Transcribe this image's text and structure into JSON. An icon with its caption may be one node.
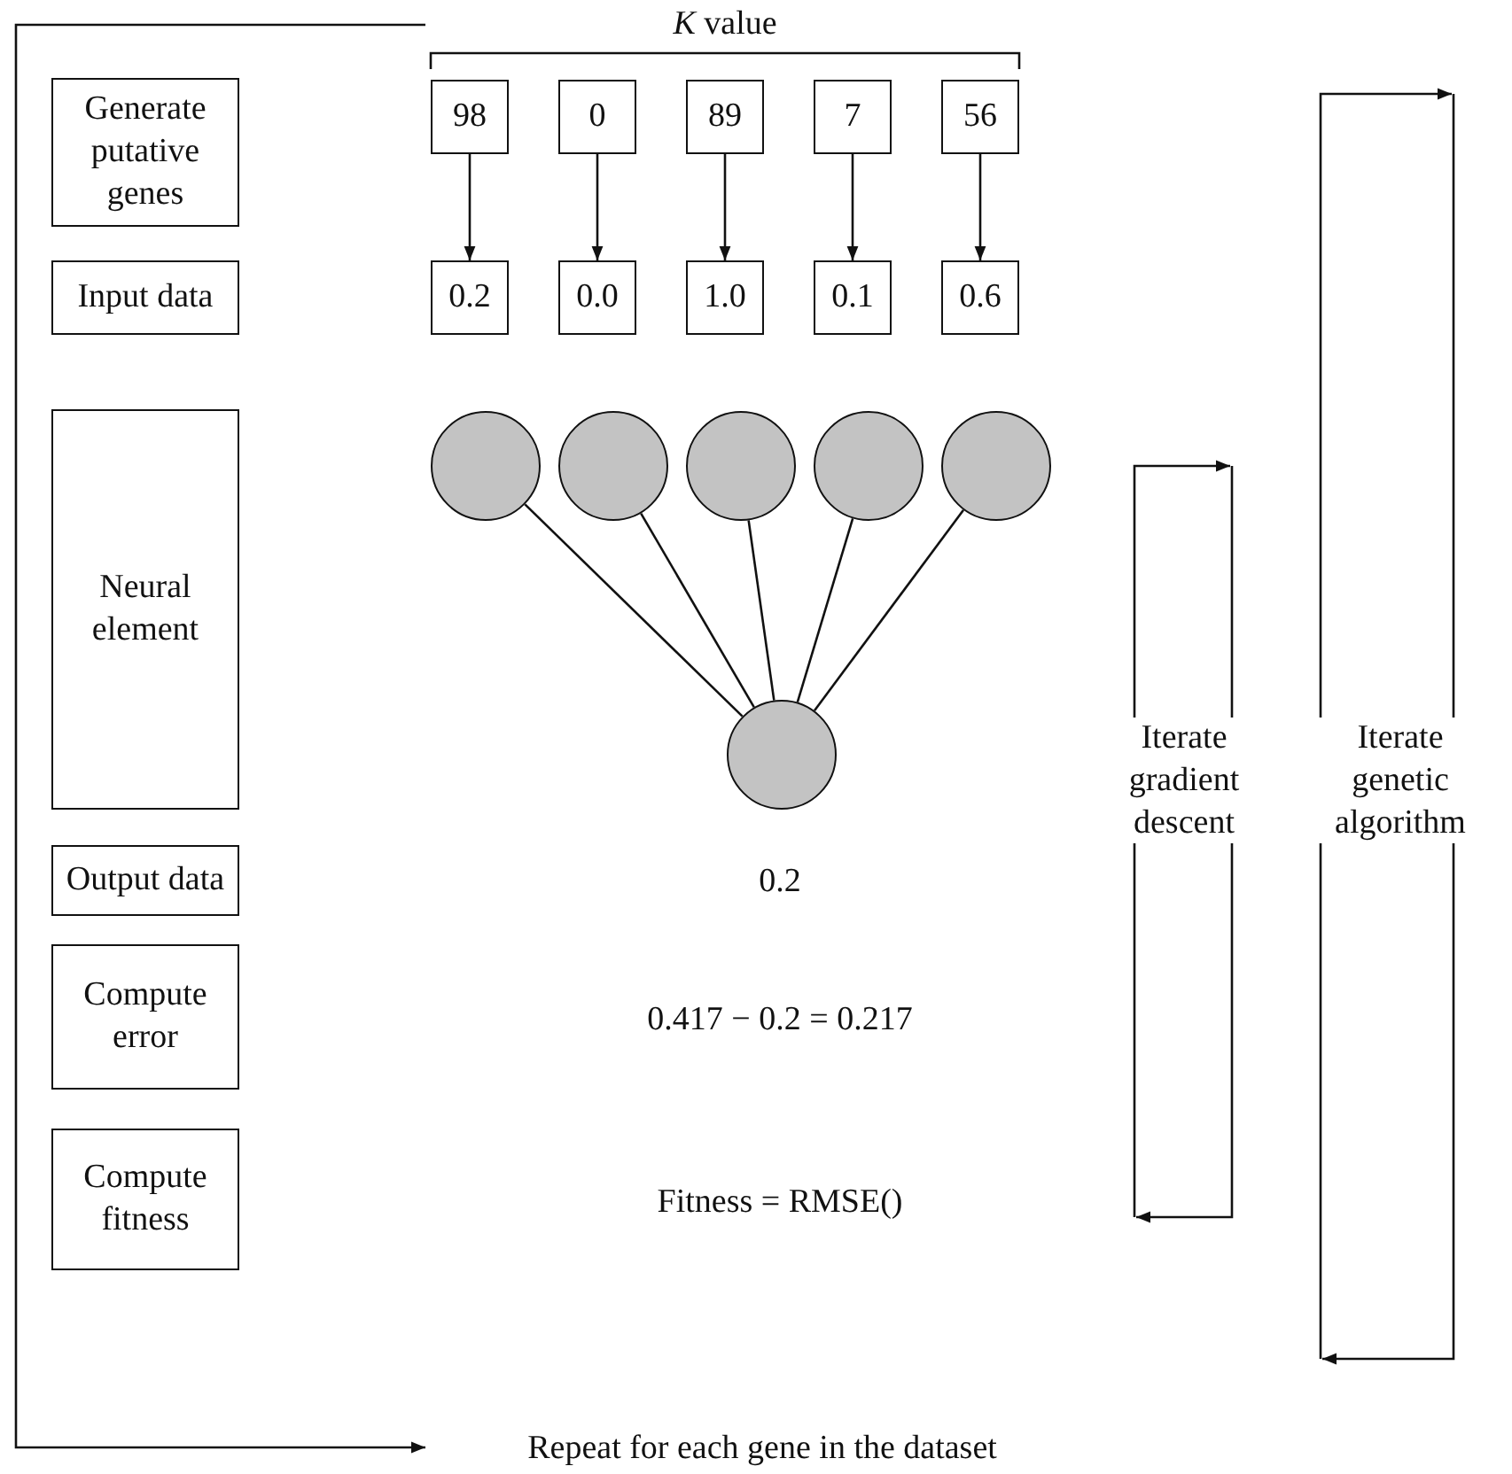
{
  "diagram": {
    "nodes": [
      {
        "text": [
          "Generate putative genes"
        ]
      },
      {
        "text": [
          "Input data"
        ]
      },
      {
        "text": [
          "Neural element"
        ]
      },
      {
        "text": [
          "Output data"
        ]
      },
      {
        "text": [
          "Compute error"
        ]
      },
      {
        "text": [
          "Compute fitness"
        ]
      },
      {
        "text": [
          "98"
        ]
      },
      {
        "text": [
          "0"
        ]
      },
      {
        "text": [
          "89"
        ]
      },
      {
        "text": [
          "7"
        ]
      },
      {
        "text": [
          "56"
        ]
      },
      {
        "text": [
          "0.2"
        ]
      },
      {
        "text": [
          "0.0"
        ]
      },
      {
        "text": [
          "1.0"
        ]
      },
      {
        "text": [
          "0.1"
        ]
      },
      {
        "text": [
          "0.6"
        ]
      },
      {
        "text": [],
        "shape": "circle"
      },
      {
        "text": [],
        "shape": "circle"
      },
      {
        "text": [],
        "shape": "circle"
      },
      {
        "text": [],
        "shape": "circle"
      },
      {
        "text": [],
        "shape": "circle"
      },
      {
        "text": [],
        "shape": "circle"
      }
    ],
    "edges": [
      {
        "from": 6,
        "to": 11,
        "arrow": "to"
      },
      {
        "from": 7,
        "to": 12,
        "arrow": "to"
      },
      {
        "from": 8,
        "to": 13,
        "arrow": "to"
      },
      {
        "from": 9,
        "to": 14,
        "arrow": "to"
      },
      {
        "from": 10,
        "to": 15,
        "arrow": "to"
      },
      {
        "from": 16,
        "to": 21,
        "arrow": "none"
      },
      {
        "from": 17,
        "to": 21,
        "arrow": "none"
      },
      {
        "from": 18,
        "to": 21,
        "arrow": "none"
      },
      {
        "from": 19,
        "to": 21,
        "arrow": "none"
      },
      {
        "from": 20,
        "to": 21,
        "arrow": "none"
      }
    ],
    "labels": [
      "*K* value",
      "0.2",
      "0.417 − 0.2 = 0.217",
      "Fitness = RMSE()",
      "Iterate gradient descent",
      "Iterate genetic algorithm",
      "Repeat for each gene in the dataset"
    ]
  }
}
